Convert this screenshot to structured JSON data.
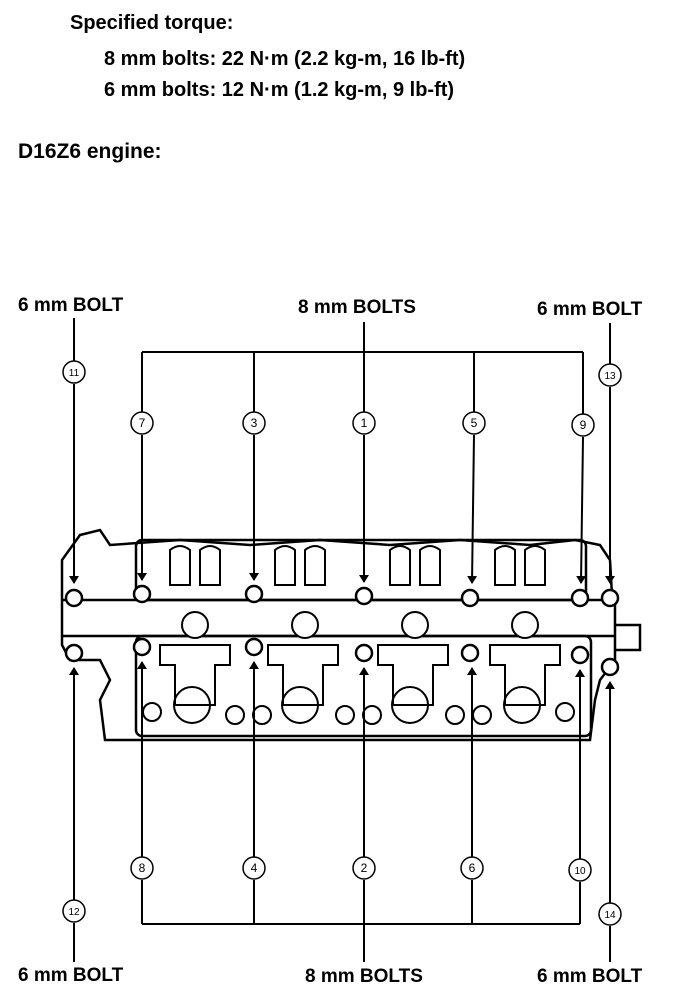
{
  "header": {
    "spec_title": "Specified torque:",
    "spec_8mm": "8 mm bolts: 22 N·m (2.2 kg-m, 16 lb-ft)",
    "spec_6mm": "6 mm bolts: 12 N·m (1.2 kg-m, 9 lb-ft)",
    "engine": "D16Z6 engine:"
  },
  "labels": {
    "top_left": "6 mm BOLT",
    "top_center": "8 mm BOLTS",
    "top_right": "6 mm BOLT",
    "bottom_left": "6 mm BOLT",
    "bottom_center": "8 mm BOLTS",
    "bottom_right": "6 mm BOLT"
  },
  "bolt_numbers": {
    "n1": "1",
    "n2": "2",
    "n3": "3",
    "n4": "4",
    "n5": "5",
    "n6": "6",
    "n7": "7",
    "n8": "8",
    "n9": "9",
    "n10": "10",
    "n11": "11",
    "n12": "12",
    "n13": "13",
    "n14": "14"
  }
}
